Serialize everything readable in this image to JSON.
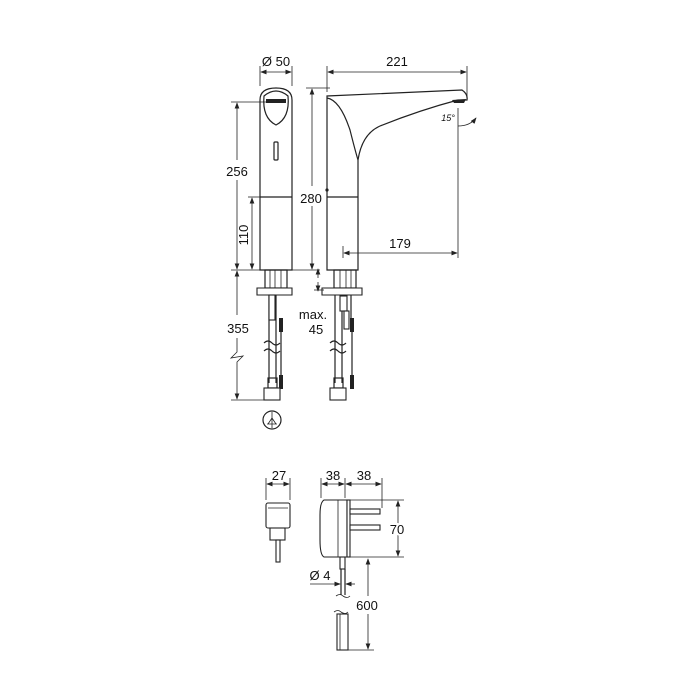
{
  "diagram": {
    "front_view": {
      "diameter": "Ø 50",
      "height_total": "256",
      "height_lower": "110",
      "pipe_length": "355",
      "symbol": "valve-symbol"
    },
    "side_view": {
      "length": "221",
      "height": "280",
      "reach": "179",
      "angle": "15°",
      "mount_max_label": "max.",
      "mount_max_value": "45"
    },
    "adapter": {
      "width_side": "27",
      "depth_body": "38",
      "depth_plug": "38",
      "height": "70",
      "cable_diameter": "Ø 4",
      "cable_length": "600"
    }
  }
}
